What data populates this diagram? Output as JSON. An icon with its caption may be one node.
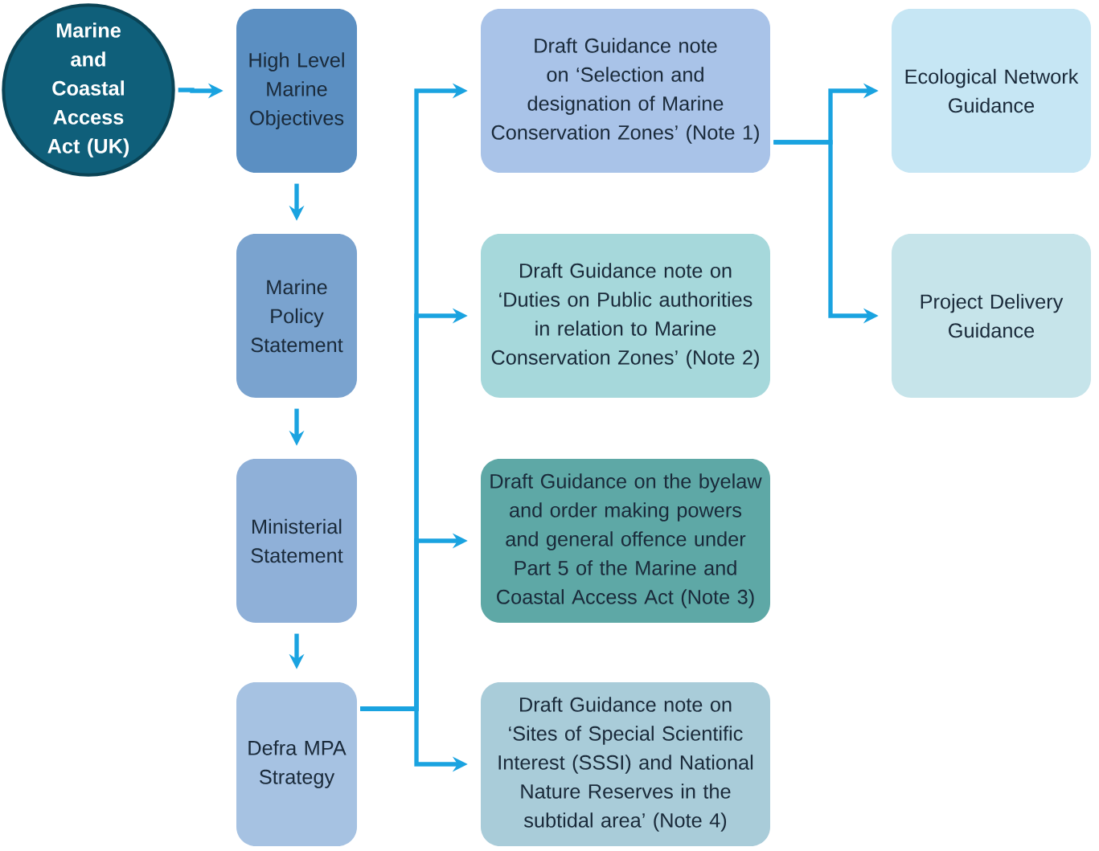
{
  "diagram": {
    "nodes": [
      {
        "text": [
          "Marine and Coastal Access Act (UK)"
        ]
      },
      {
        "text": [
          "High Level Marine Objectives"
        ]
      },
      {
        "text": [
          "Marine Policy Statement"
        ]
      },
      {
        "text": [
          "Ministerial Statement"
        ]
      },
      {
        "text": [
          "Defra MPA Strategy"
        ]
      },
      {
        "text": [
          "Draft Guidance note on ‘Selection and designation of Marine Conservation Zones’ (Note 1)"
        ]
      },
      {
        "text": [
          "Draft Guidance note on ‘Duties on Public authorities in relation to Marine Conservation Zones’ (Note 2)"
        ]
      },
      {
        "text": [
          "Draft Guidance on the byelaw and order making powers and general offence under Part 5 of the Marine and Coastal Access Act (Note 3)"
        ]
      },
      {
        "text": [
          "Draft Guidance note on ‘Sites of Special Scientific Interest (SSSI) and National Nature Reserves in the subtidal area’ (Note 4)"
        ]
      },
      {
        "text": [
          "Ecological Network Guidance"
        ]
      },
      {
        "text": [
          "Project Delivery Guidance"
        ]
      }
    ],
    "edges": [
      {
        "from": 0,
        "to": 1,
        "arrow": "to"
      },
      {
        "from": 1,
        "to": 2,
        "arrow": "to"
      },
      {
        "from": 2,
        "to": 3,
        "arrow": "to"
      },
      {
        "from": 3,
        "to": 4,
        "arrow": "to"
      },
      {
        "from": 4,
        "to": 5,
        "arrow": "to"
      },
      {
        "from": 4,
        "to": 6,
        "arrow": "to"
      },
      {
        "from": 4,
        "to": 7,
        "arrow": "to"
      },
      {
        "from": 4,
        "to": 8,
        "arrow": "to"
      },
      {
        "from": 5,
        "to": 9,
        "arrow": "to"
      },
      {
        "from": 5,
        "to": 10,
        "arrow": "to"
      }
    ]
  }
}
